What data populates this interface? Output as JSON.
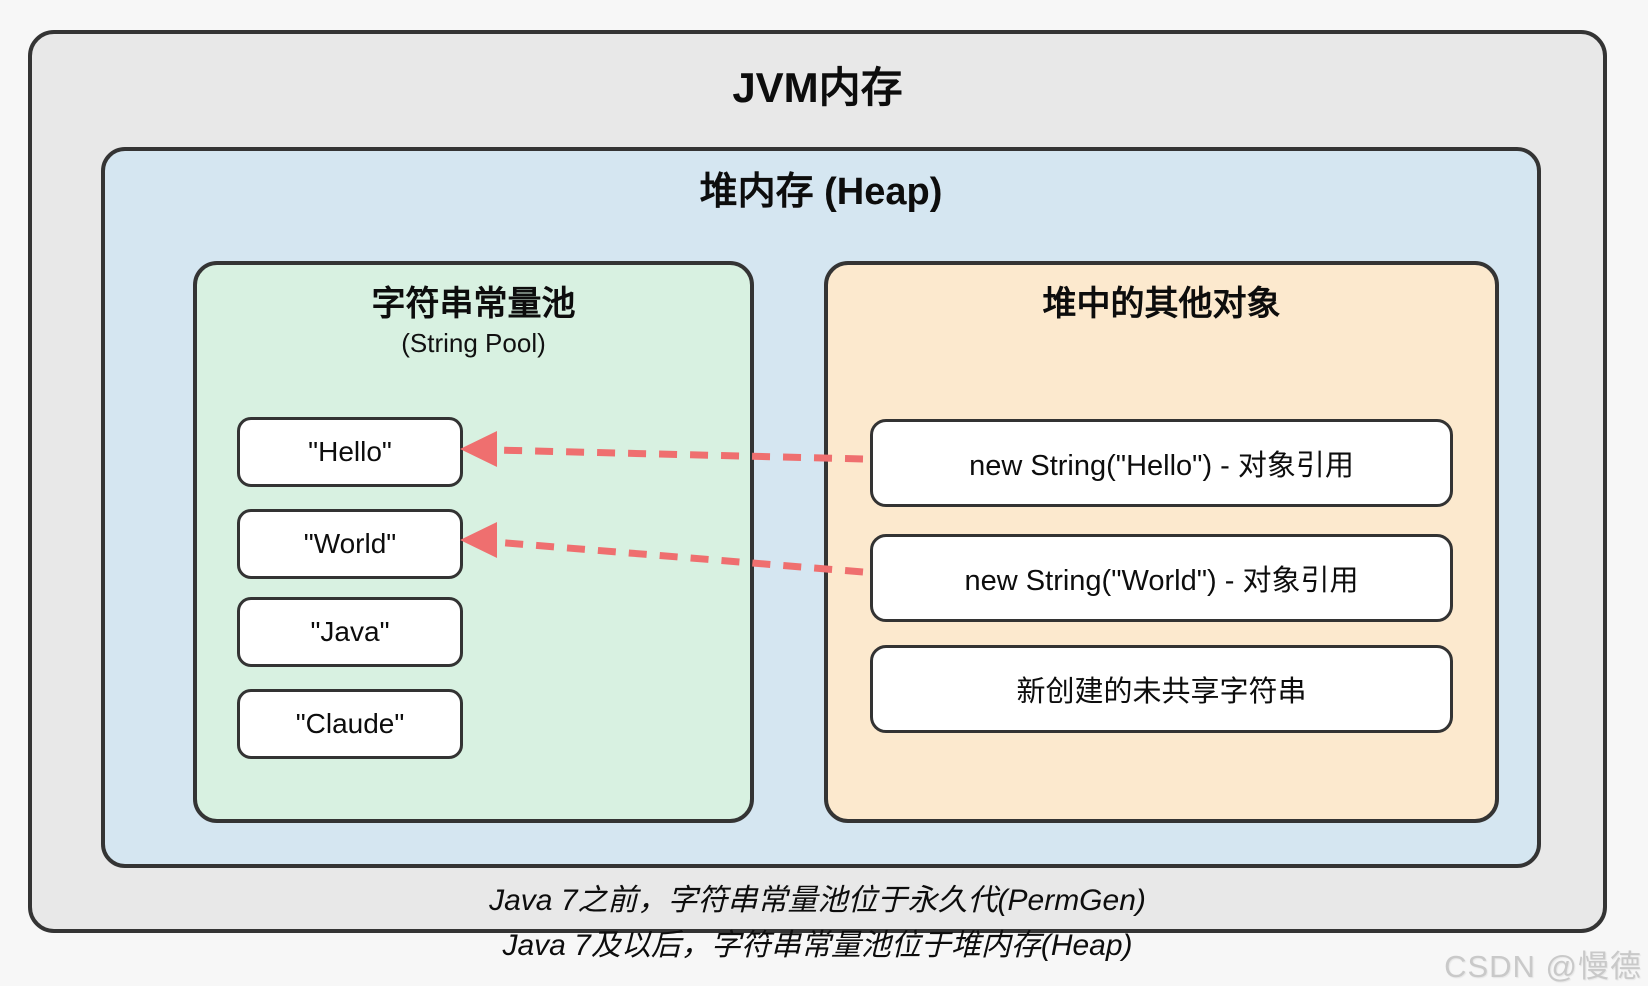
{
  "diagram": {
    "title": "JVM内存",
    "heap": {
      "title": "堆内存 (Heap)",
      "string_pool": {
        "title": "字符串常量池",
        "subtitle": "(String Pool)",
        "items": [
          "\"Hello\"",
          "\"World\"",
          "\"Java\"",
          "\"Claude\""
        ]
      },
      "other_objects": {
        "title": "堆中的其他对象",
        "items": [
          "new String(\"Hello\") - 对象引用",
          "new String(\"World\") - 对象引用",
          "新创建的未共享字符串"
        ]
      }
    },
    "arrows": [
      {
        "from": "new-string-hello-ref",
        "to": "pool-hello",
        "style": "dashed"
      },
      {
        "from": "new-string-world-ref",
        "to": "pool-world",
        "style": "dashed"
      }
    ],
    "notes": [
      "Java 7之前，字符串常量池位于永久代(PermGen)",
      "Java 7及以后，字符串常量池位于堆内存(Heap)"
    ],
    "watermark": "CSDN @慢德",
    "colors": {
      "page_bg": "#f7f7f7",
      "outer_bg": "#e8e8e8",
      "heap_bg": "#d5e6f1",
      "pool_bg": "#d8f1e1",
      "objects_bg": "#fce9ce",
      "item_bg": "#ffffff",
      "border": "#343434",
      "arrow": "#ef6f6f"
    }
  }
}
